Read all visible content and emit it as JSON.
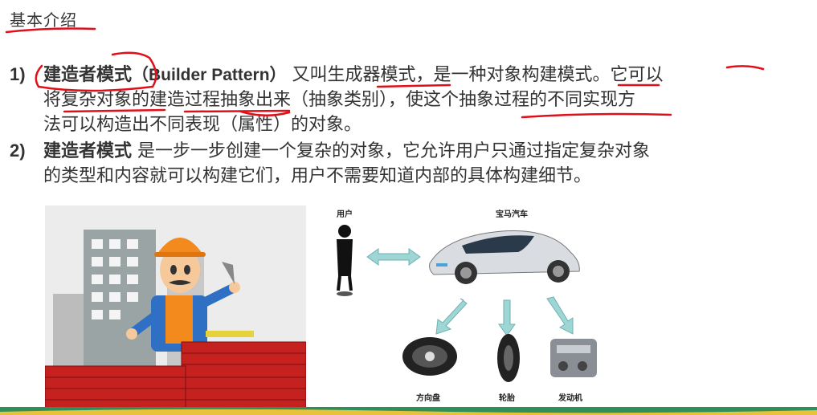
{
  "section_title": "基本介绍",
  "points": [
    {
      "num": "1)",
      "term": "建造者模式",
      "english": "（Builder Pattern）",
      "line1_rest": "又叫生成器模式，是一种对象构建模式。它可以",
      "line2": "将复杂对象的建造过程抽象出来（抽象类别），使这个抽象过程的不同实现方",
      "line3": "法可以构造出不同表现（属性）的对象。"
    },
    {
      "num": "2)",
      "term": "建造者模式",
      "line1_rest": "是一步一步创建一个复杂的对象，它允许用户只通过指定复杂对象",
      "line2": "的类型和内容就可以构建它们，用户不需要知道内部的具体构建细节。"
    }
  ],
  "diagram": {
    "user_label": "用户",
    "car_label": "宝马汽车",
    "parts": [
      "方向盘",
      "轮胎",
      "发动机"
    ]
  },
  "colors": {
    "annotation": "#e0101a",
    "arrow": "#9ed6d6",
    "brick": "#c5211f",
    "helmet": "#f28a1e",
    "shirt": "#2f6fc4"
  }
}
